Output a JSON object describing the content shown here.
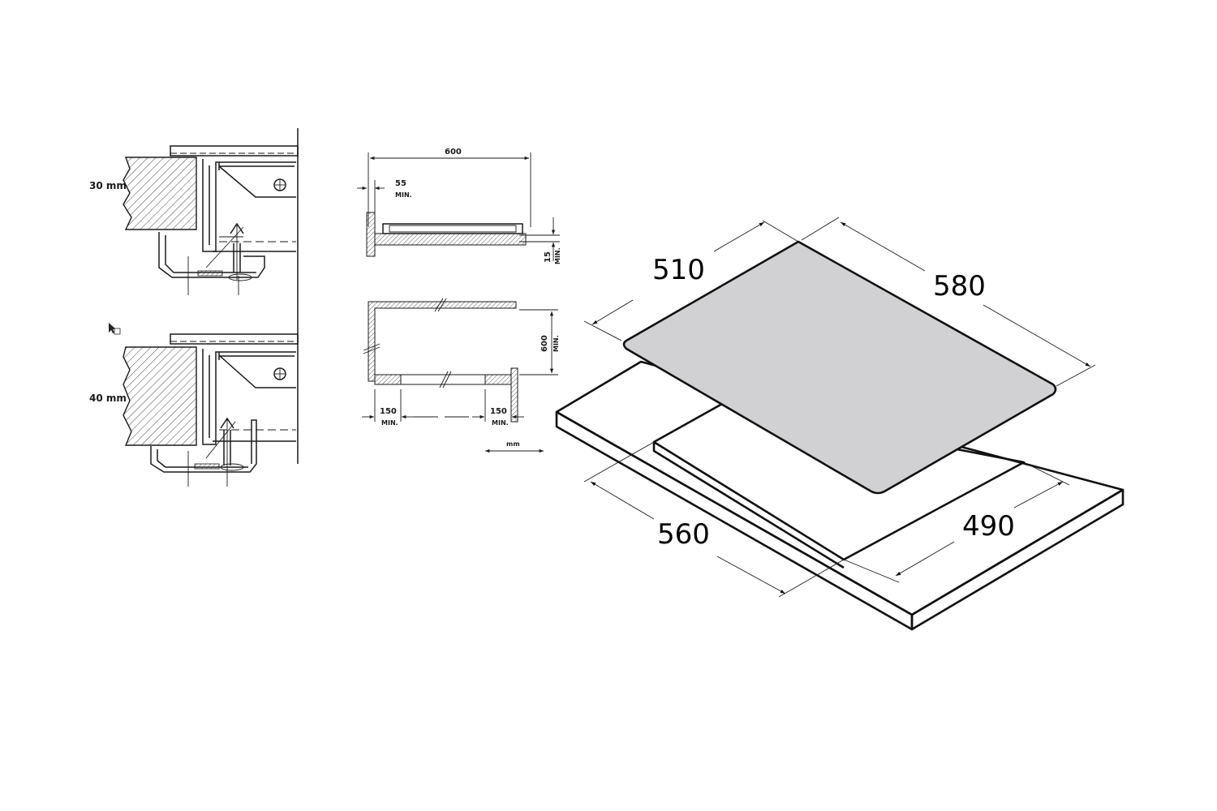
{
  "side_views": {
    "top_label": "30 mm",
    "bottom_label": "40 mm"
  },
  "clearance": {
    "width_600": "600",
    "gap_55": "55",
    "min_55": "MIN.",
    "gap_15": "15",
    "min_15": "MIN.",
    "height_600": "600",
    "min_600": "MIN.",
    "left_150": "150",
    "left_min": "MIN.",
    "right_150": "150",
    "right_min": "MIN.",
    "unit": "mm"
  },
  "hob": {
    "top_width": "510",
    "top_depth": "580",
    "cutout_width": "560",
    "cutout_depth": "490"
  },
  "colors": {
    "hob_surface": "#d1d1d3",
    "line": "#1a1a1a"
  }
}
